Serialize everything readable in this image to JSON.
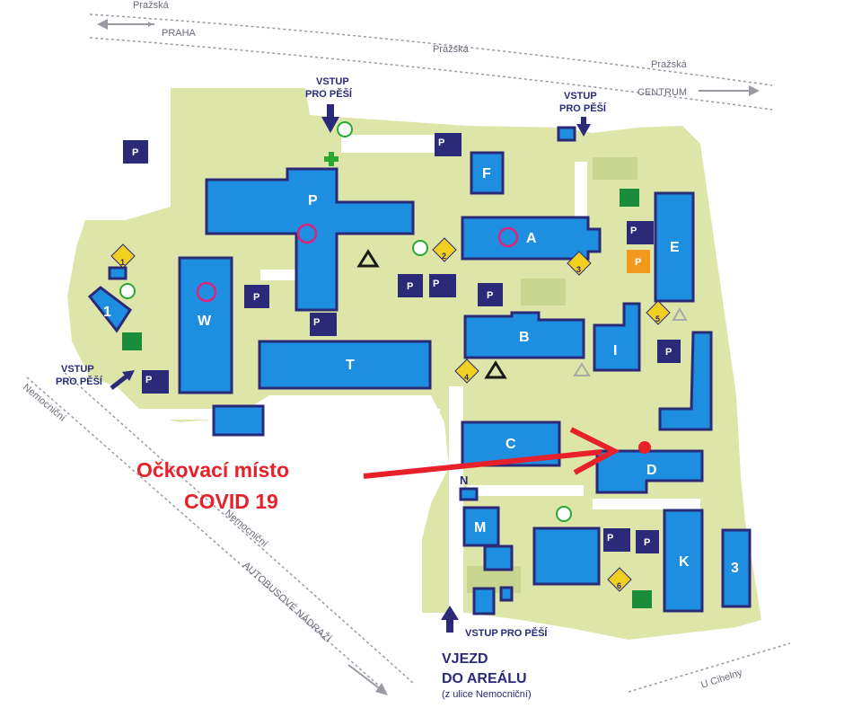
{
  "streets": {
    "prazska_1": "Pražská",
    "prazska_2": "Pražská",
    "prazska_3": "Pražská",
    "nemocnicni_1": "Nemocniční",
    "nemocnicni_2": "Nemocniční",
    "u_cihelny": "U Cihelny",
    "autobusove": "AUTOBUSOVÉ NÁDRAŽÍ"
  },
  "directions": {
    "praha": "PRAHA",
    "centrum": "CENTRUM"
  },
  "entrances": {
    "north_line1": "VSTUP",
    "north_line2": "PRO PĚŠÍ",
    "northeast_line1": "VSTUP",
    "northeast_line2": "PRO PĚŠÍ",
    "west_line1": "VSTUP",
    "west_line2": "PRO PĚŠÍ",
    "south": "VSTUP PRO PĚŠÍ"
  },
  "vehicle_entry": {
    "line1": "VJEZD",
    "line2": "DO AREÁLU",
    "line3": "(z ulice Nemocniční)"
  },
  "buildings": {
    "P": "P",
    "W": "W",
    "T": "T",
    "A": "A",
    "B": "B",
    "C": "C",
    "D": "D",
    "E": "E",
    "F": "F",
    "I": "I",
    "K": "K",
    "M": "M",
    "N": "N",
    "one": "1",
    "three": "3"
  },
  "parking_symbol": "P",
  "hazard_numbers": [
    "1",
    "2",
    "3",
    "4",
    "5",
    "6"
  ],
  "callout": {
    "line1": "Očkovací místo",
    "line2": "COVID 19"
  },
  "colors": {
    "building": "#1e8fe0",
    "building_edge": "#2b2a78",
    "ground": "#dde6a8",
    "parking": "#2b2a78",
    "parking_orange": "#f39a1e",
    "hazard": "#f2d01f",
    "callout": "#e8202a",
    "marker": "#e0237a",
    "text_gray": "#6b6b7a"
  },
  "icons": [
    "arrow-icon",
    "parking-icon",
    "wheelchair-icon",
    "hazard-icon",
    "recycle-icon",
    "green-cross-icon",
    "exit-icon",
    "check-badge-icon",
    "circle-marker-icon"
  ]
}
